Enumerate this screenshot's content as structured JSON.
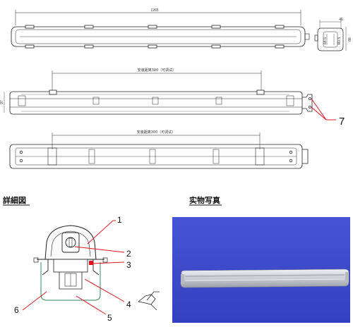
{
  "top_view": {
    "length_label": "1265"
  },
  "end_view": {
    "width_label": "46",
    "height_label": "88",
    "inner_label_a": "64.5",
    "inner_label_b": "R0.5"
  },
  "side_view": {
    "mount_label": "安装距离300（可调试）",
    "height_label": "97"
  },
  "bottom_view": {
    "mount_label": "安装距离300（可调试）"
  },
  "callout_7": "7",
  "detail": {
    "heading": "詳細図",
    "callouts": [
      "1",
      "2",
      "3",
      "4",
      "5",
      "6"
    ]
  },
  "photo": {
    "heading": "实物写真",
    "colors": {
      "background": "#3a47cf",
      "tube": "#d9dbe0"
    }
  },
  "colors": {
    "line": "#222222",
    "callout_red": "#e0141e",
    "detail_outline": "#2e8b57"
  }
}
